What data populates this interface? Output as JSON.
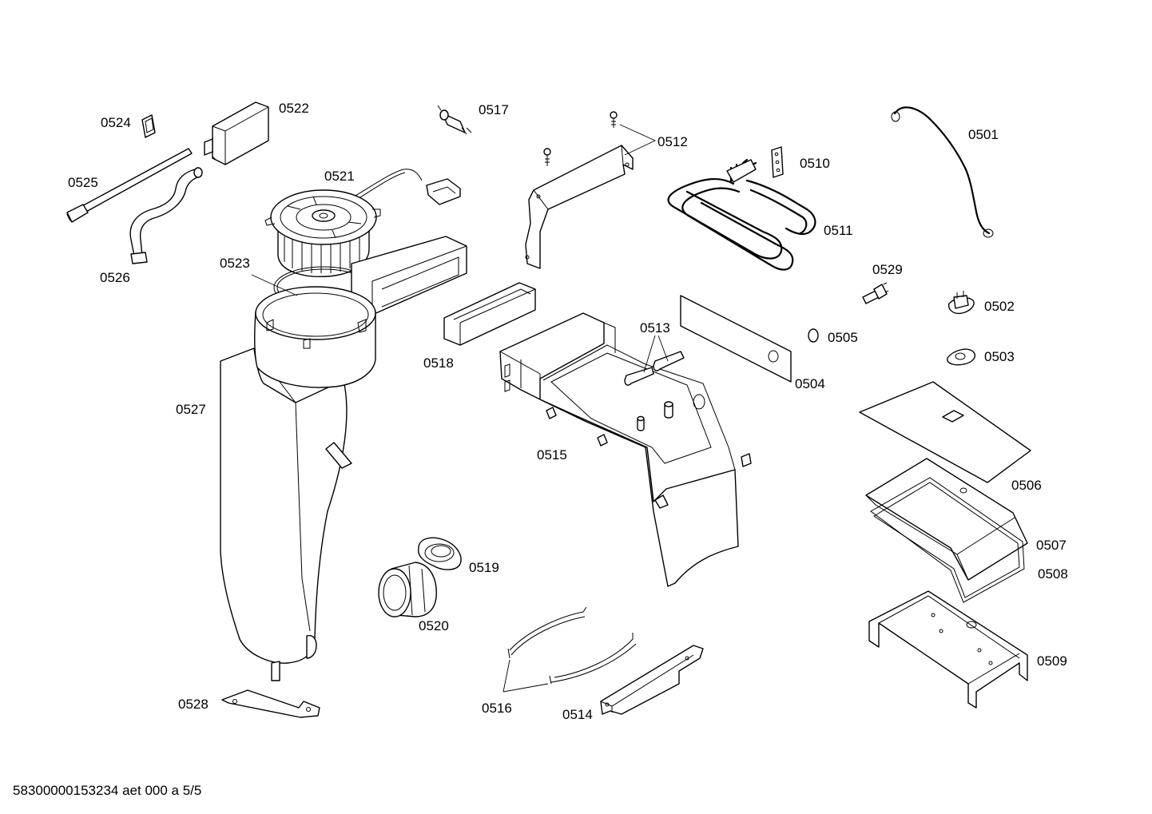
{
  "diagram": {
    "document_code": "58300000153234 aet 000 a 5/5",
    "parts": [
      {
        "id": "0501",
        "label": "0501"
      },
      {
        "id": "0502",
        "label": "0502"
      },
      {
        "id": "0503",
        "label": "0503"
      },
      {
        "id": "0504",
        "label": "0504"
      },
      {
        "id": "0505",
        "label": "0505"
      },
      {
        "id": "0506",
        "label": "0506"
      },
      {
        "id": "0507",
        "label": "0507"
      },
      {
        "id": "0508",
        "label": "0508"
      },
      {
        "id": "0509",
        "label": "0509"
      },
      {
        "id": "0510",
        "label": "0510"
      },
      {
        "id": "0511",
        "label": "0511"
      },
      {
        "id": "0512",
        "label": "0512"
      },
      {
        "id": "0513",
        "label": "0513"
      },
      {
        "id": "0514",
        "label": "0514"
      },
      {
        "id": "0515",
        "label": "0515"
      },
      {
        "id": "0516",
        "label": "0516"
      },
      {
        "id": "0517",
        "label": "0517"
      },
      {
        "id": "0518",
        "label": "0518"
      },
      {
        "id": "0519",
        "label": "0519"
      },
      {
        "id": "0520",
        "label": "0520"
      },
      {
        "id": "0521",
        "label": "0521"
      },
      {
        "id": "0522",
        "label": "0522"
      },
      {
        "id": "0523",
        "label": "0523"
      },
      {
        "id": "0524",
        "label": "0524"
      },
      {
        "id": "0525",
        "label": "0525"
      },
      {
        "id": "0526",
        "label": "0526"
      },
      {
        "id": "0527",
        "label": "0527"
      },
      {
        "id": "0528",
        "label": "0528"
      },
      {
        "id": "0529",
        "label": "0529"
      }
    ]
  }
}
